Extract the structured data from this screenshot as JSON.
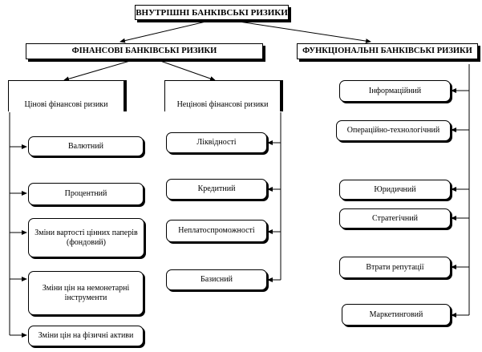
{
  "title": "ВНУТРІШНІ БАНКІВСЬКІ РИЗИКИ",
  "financial": {
    "title": "ФІНАНСОВІ БАНКІВСЬКІ РИЗИКИ",
    "price": {
      "title": "Цінові фінансові ризики",
      "items": [
        "Валютний",
        "Процентний",
        "Зміни вартості цінних паперів (фондовий)",
        "Зміни цін на немонетарні інструменти",
        "Зміни цін на фізичні активи"
      ]
    },
    "nonprice": {
      "title": "Нецінові фінансові ризики",
      "items": [
        "Ліквідності",
        "Кредитний",
        "Неплатоспроможності",
        "Базисний"
      ]
    }
  },
  "functional": {
    "title": "ФУНКЦІОНАЛЬНІ БАНКІВСЬКІ РИЗИКИ",
    "items": [
      "Інформаційний",
      "Операційно-технологічний",
      "Юридичний",
      "Стратегічний",
      "Втрати репутації",
      "Маркетинговий"
    ]
  }
}
